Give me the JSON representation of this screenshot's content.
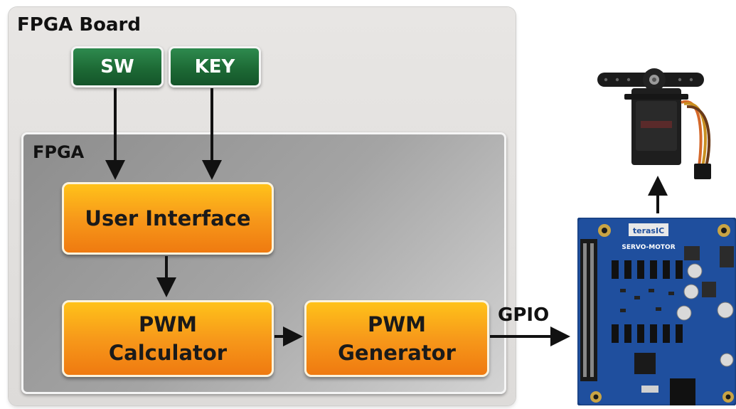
{
  "diagram": {
    "board_label": "FPGA Board",
    "fpga_label": "FPGA",
    "inputs": {
      "sw": "SW",
      "key": "KEY"
    },
    "blocks": {
      "user_interface": "User Interface",
      "pwm_calculator": {
        "line1": "PWM",
        "line2": "Calculator"
      },
      "pwm_generator": {
        "line1": "PWM",
        "line2": "Generator"
      }
    },
    "gpio_label": "GPIO",
    "pcb_brand": "terasIC",
    "pcb_name": "SERVO-MOTOR"
  },
  "colors": {
    "green_button": "#1d6a35",
    "orange_block": "#f7991a",
    "pcb": "#1f4f9e",
    "arrow": "#111111"
  }
}
